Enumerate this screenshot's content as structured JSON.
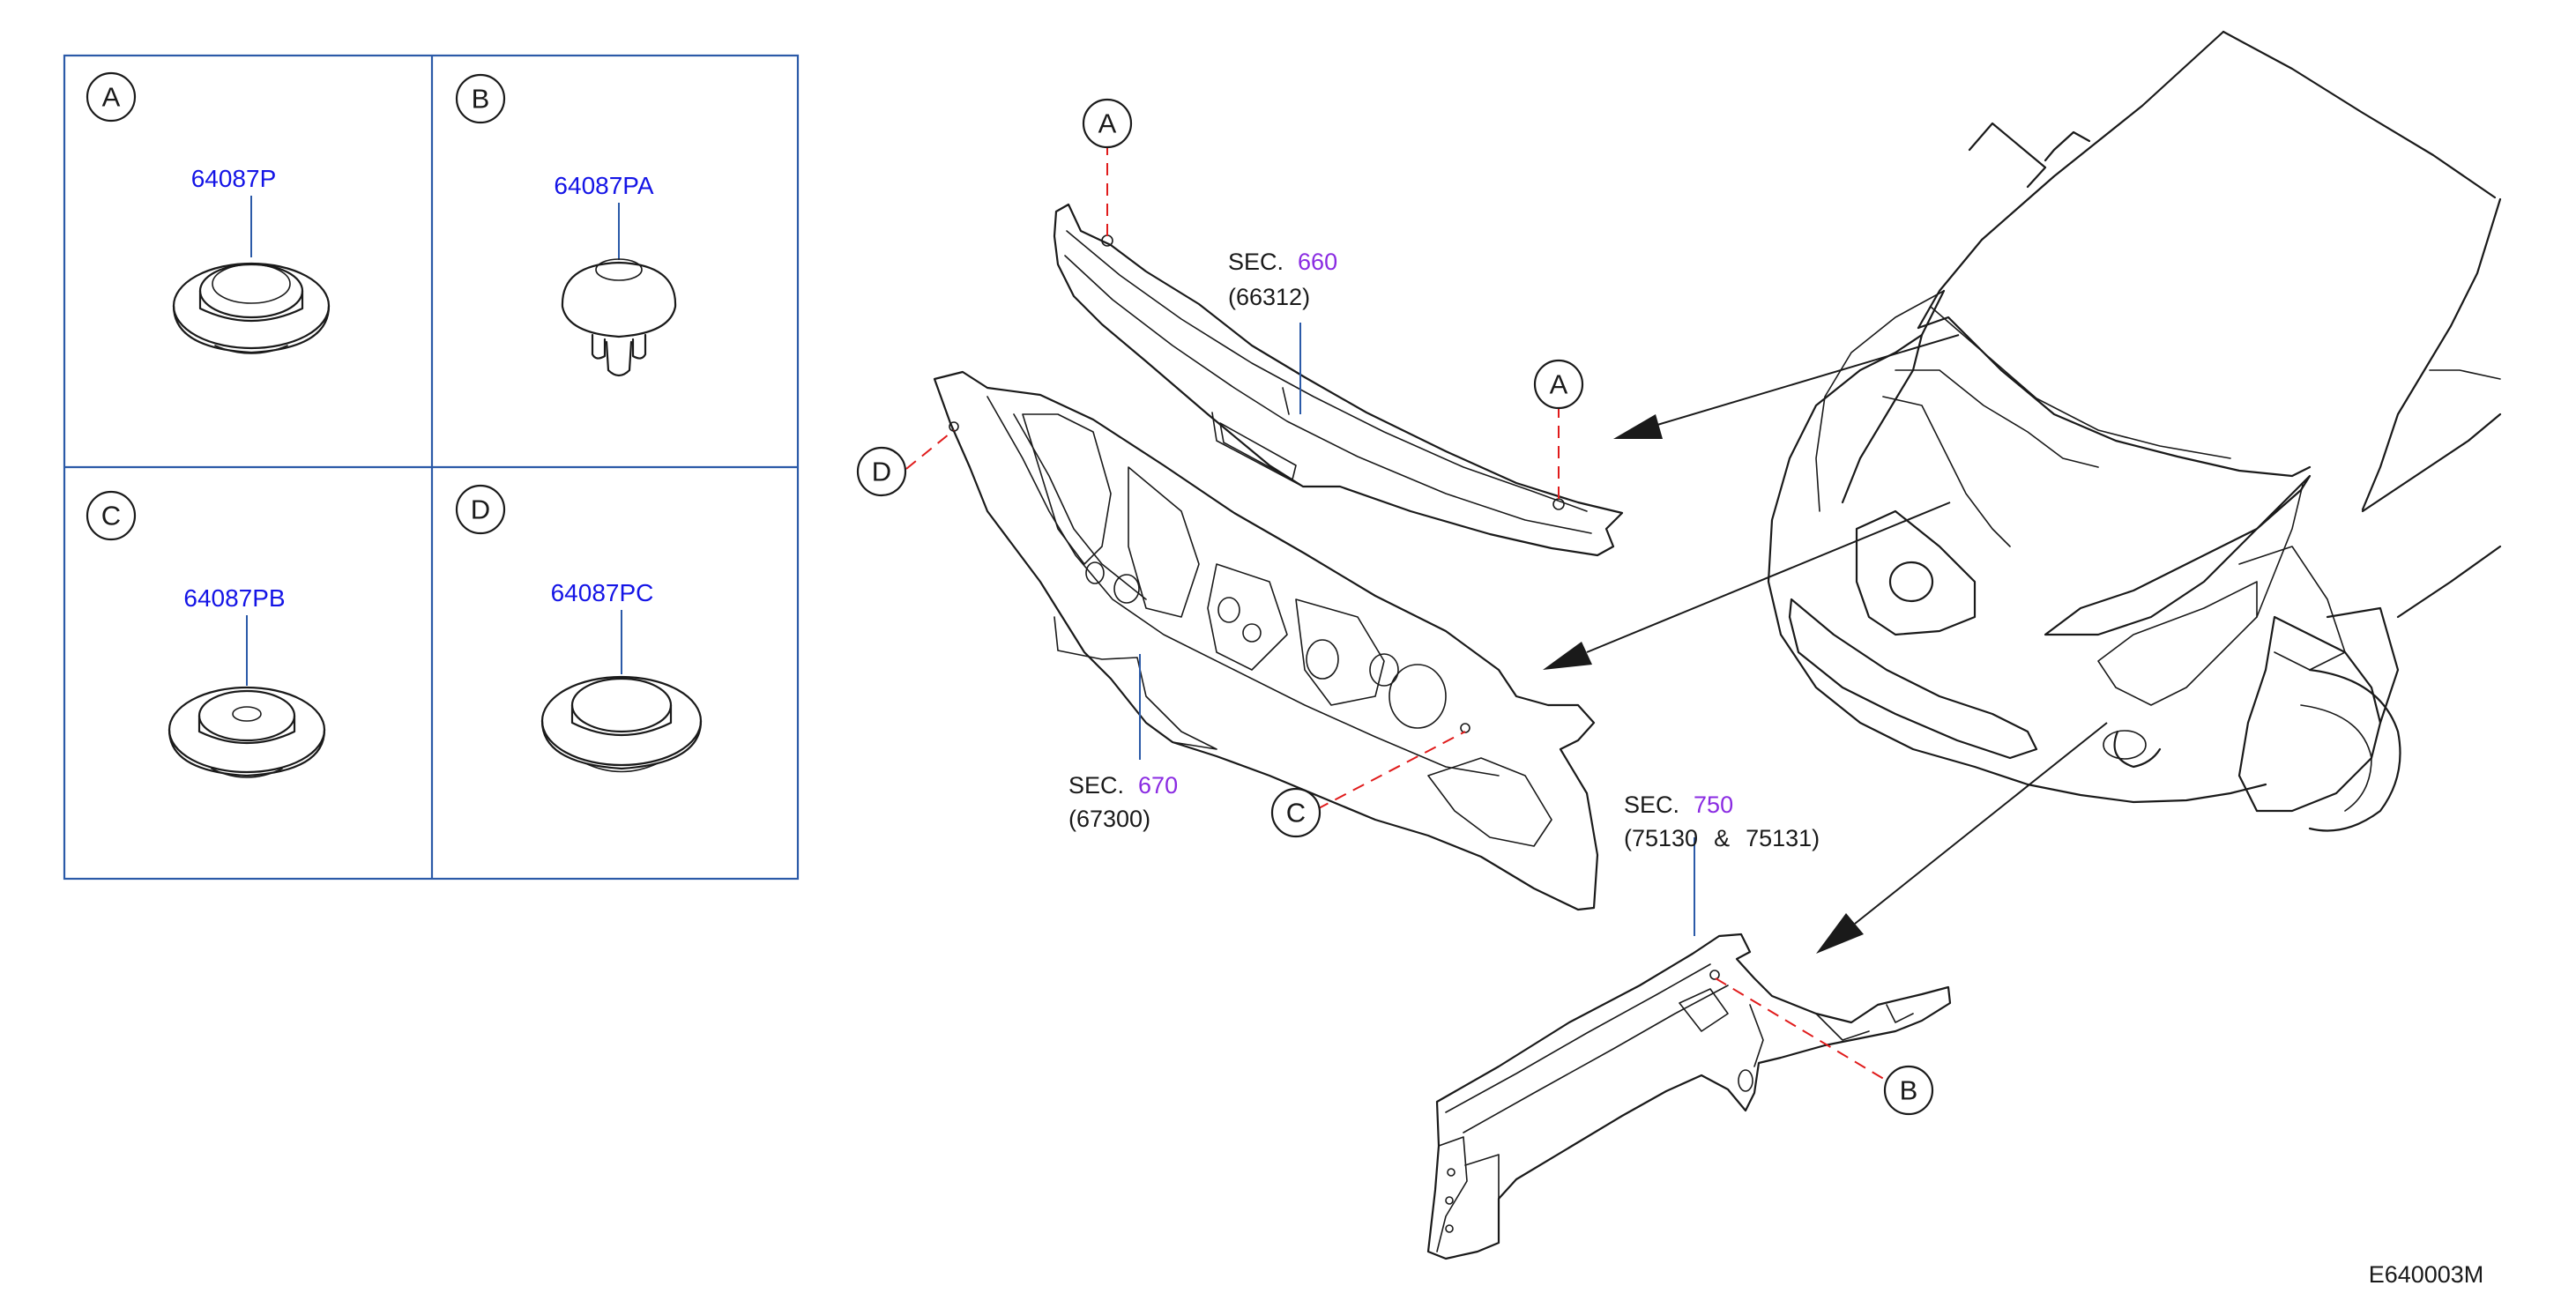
{
  "colors": {
    "part_number": "#1414e6",
    "section_number": "#8a2be2",
    "grid": "#2b5aa8",
    "leader_dash": "#e01b1b",
    "line": "#1a1a1a"
  },
  "legend_cells": [
    {
      "letter": "A",
      "part_number": "64087P"
    },
    {
      "letter": "B",
      "part_number": "64087PA"
    },
    {
      "letter": "C",
      "part_number": "64087PB"
    },
    {
      "letter": "D",
      "part_number": "64087PC"
    }
  ],
  "sections": {
    "cowl_top": {
      "prefix": "SEC.",
      "number": "660",
      "part": "(66312)"
    },
    "dash_panel": {
      "prefix": "SEC.",
      "number": "670",
      "part": "(67300)"
    },
    "hoodledge": {
      "prefix": "SEC.",
      "number": "750",
      "part": "(75130",
      "amp": "&",
      "part2": "75131)"
    }
  },
  "callouts": {
    "cowl_left": "A",
    "cowl_right": "A",
    "dash_left": "D",
    "dash_right": "C",
    "hoodledge": "B"
  },
  "diagram_code": "E640003M"
}
